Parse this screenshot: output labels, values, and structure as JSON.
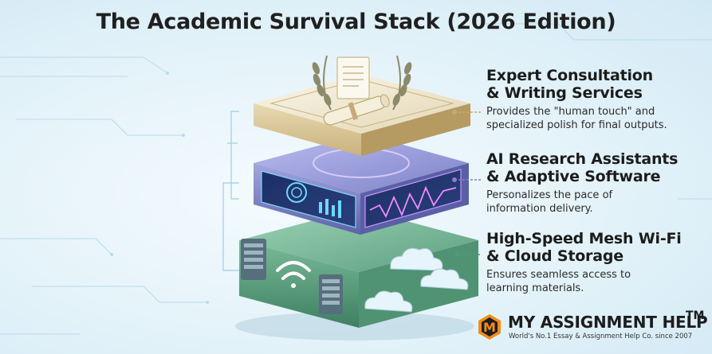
{
  "title": "The Academic Survival Stack (2026 Edition)",
  "layers": [
    {
      "heading_line1": "Expert Consultation",
      "heading_line2": "& Writing Services",
      "desc_line1": "Provides the \"human touch\" and",
      "desc_line2": "specialized polish for final outputs."
    },
    {
      "heading_line1": "AI Research Assistants",
      "heading_line2": "& Adaptive Software",
      "desc_line1": "Personalizes the pace of",
      "desc_line2": "information delivery."
    },
    {
      "heading_line1": "High-Speed Mesh Wi-Fi",
      "heading_line2": "& Cloud Storage",
      "desc_line1": "Ensures seamless access to",
      "desc_line2": "learning  materials."
    }
  ],
  "brand": {
    "badge_letter": "M",
    "name": "MY ASSIGNMENT HELP",
    "tm": "TM",
    "tagline": "World's No.1 Essay & Assignment Help Co. since 2007"
  },
  "colors": {
    "top_layer": "#e9dfc2",
    "middle_layer": "#8a8fd0",
    "bottom_layer": "#5f9f7f",
    "brand_orange": "#f28c1c",
    "connector_tan": "#c9a979",
    "connector_purple": "#8b7fd0",
    "connector_green": "#4f9a78"
  }
}
